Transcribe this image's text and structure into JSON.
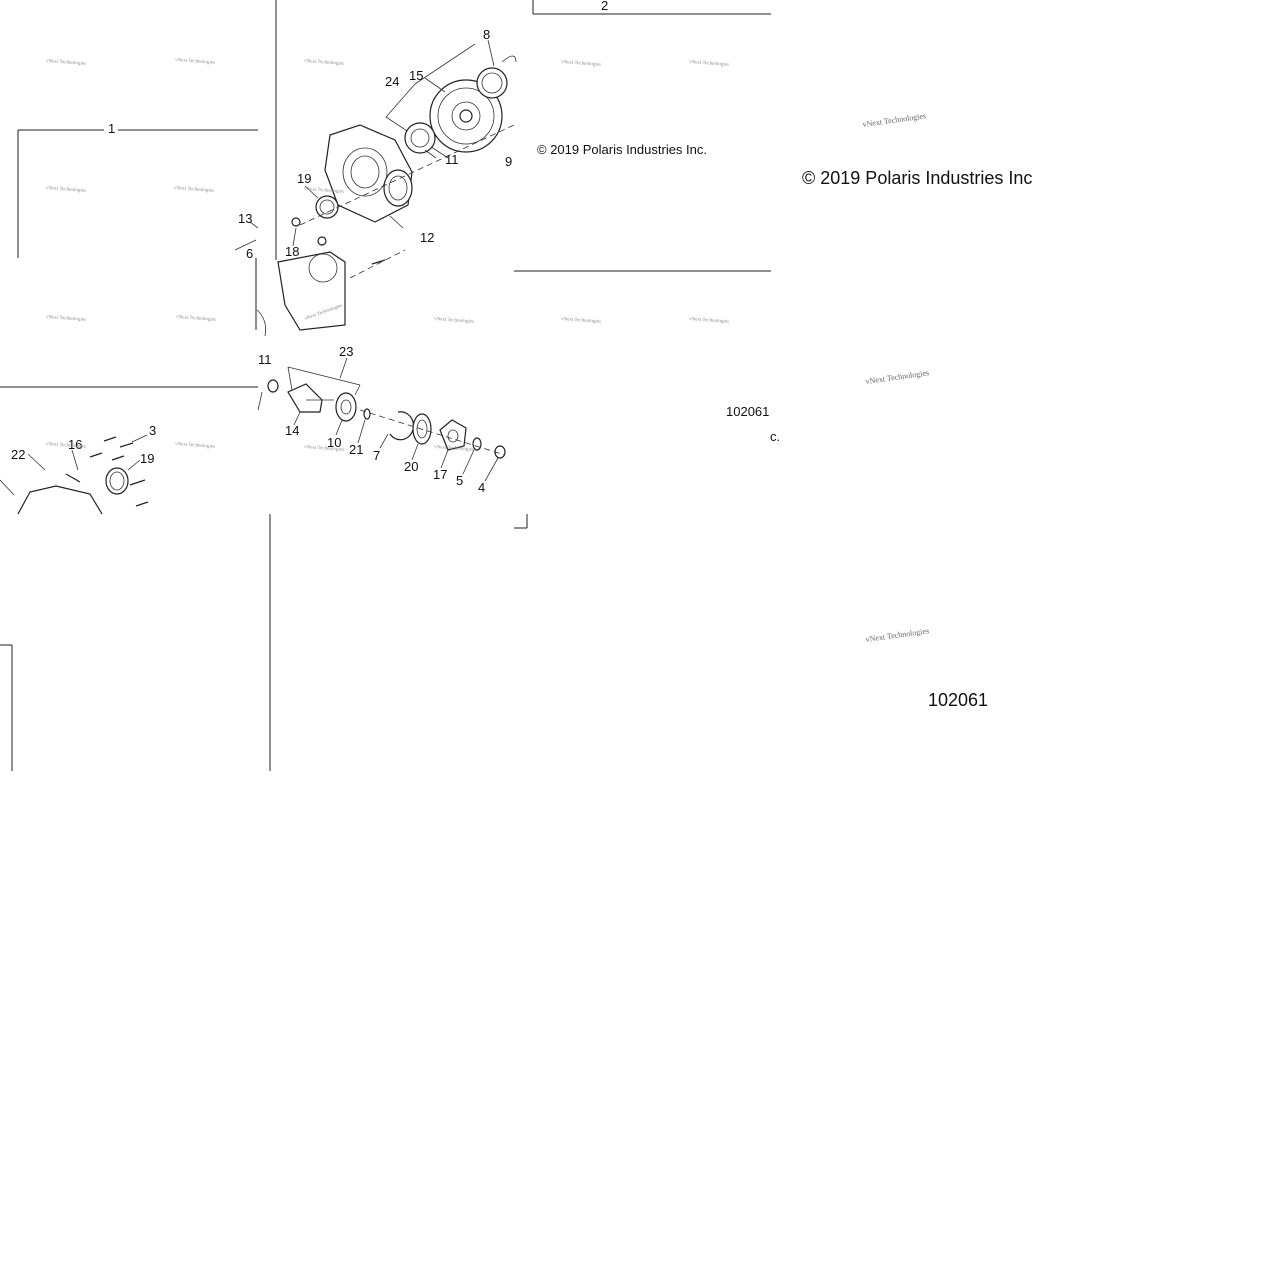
{
  "copyright": "© 2019 Polaris Industries Inc.",
  "copyright_large": "© 2019 Polaris Industries Inc",
  "copyright_fragment": "c.",
  "doc_number": "102061",
  "watermark": "vNext Technologies",
  "callouts": [
    "1",
    "2",
    "3",
    "4",
    "5",
    "6",
    "7",
    "8",
    "9",
    "10",
    "11",
    "12",
    "13",
    "14",
    "15",
    "16",
    "17",
    "18",
    "19",
    "20",
    "21",
    "22",
    "23",
    "24"
  ]
}
